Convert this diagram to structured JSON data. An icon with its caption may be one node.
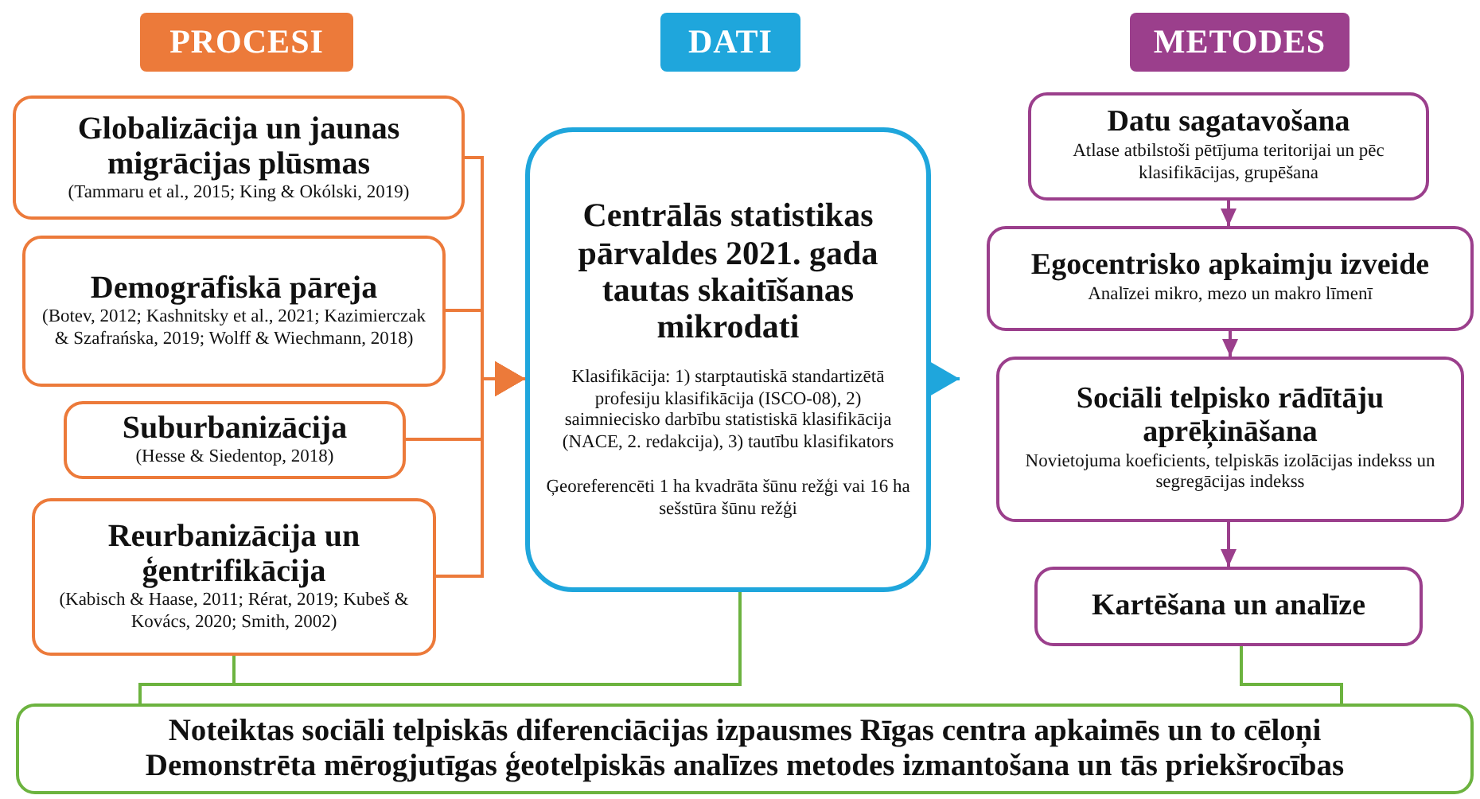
{
  "diagram": {
    "nodes": [
      {
        "text": [
          "PROCESI"
        ]
      },
      {
        "text": [
          "DATI"
        ]
      },
      {
        "text": [
          "METODES"
        ]
      },
      {
        "text": [
          "Globalizācija un jaunas migrācijas plūsmas",
          "(Tammaru et al., 2015; King & Okólski, 2019)"
        ]
      },
      {
        "text": [
          "Demogrāfiskā pāreja",
          "(Botev, 2012; Kashnitsky et al., 2021; Kazimierczak & Szafrańska, 2019; Wolff & Wiechmann, 2018)"
        ]
      },
      {
        "text": [
          "Suburbanizācija",
          "(Hesse & Siedentop, 2018)"
        ]
      },
      {
        "text": [
          "Reurbanizācija un ģentrifikācija",
          "(Kabisch & Haase, 2011; Rérat, 2019; Kubeš & Kovács, 2020; Smith, 2002)"
        ]
      },
      {
        "text": [
          "Centrālās statistikas pārvaldes 2021. gada tautas skaitīšanas mikrodati",
          "Klasifikācija: 1) starptautiskā standartizētā profesiju klasifikācija (ISCO-08), 2) saimniecisko darbību statistiskā klasifikācija (NACE, 2. redakcija), 3) tautību klasifikators",
          "Ģeoreferencēti 1 ha kvadrāta šūnu režģi vai 16 ha sešstūra šūnu režģi"
        ]
      },
      {
        "text": [
          "Datu sagatavošana",
          "Atlase atbilstoši pētījuma teritorijai un pēc klasifikācijas, grupēšana"
        ]
      },
      {
        "text": [
          "Egocentrisko apkaimju izveide",
          "Analīzei mikro, mezo un makro līmenī"
        ]
      },
      {
        "text": [
          "Sociāli telpisko rādītāju aprēķināšana",
          "Novietojuma koeficients, telpiskās izolācijas indekss un segregācijas indekss"
        ]
      },
      {
        "text": [
          "Kartēšana un analīze"
        ]
      },
      {
        "text": [
          "Noteiktas sociāli telpiskās diferenciācijas izpausmes Rīgas centra apkaimēs un to cēloņi",
          "Demonstrēta mērogjutīgas ģeotelpiskās analīzes metodes izmantošana un tās priekšrocības"
        ]
      }
    ],
    "edges": [
      {
        "from": 3,
        "to": 7,
        "arrow": "to",
        "color": "#ec7a3a"
      },
      {
        "from": 4,
        "to": 7,
        "arrow": "to",
        "color": "#ec7a3a"
      },
      {
        "from": 5,
        "to": 7,
        "arrow": "to",
        "color": "#ec7a3a"
      },
      {
        "from": 6,
        "to": 7,
        "arrow": "to",
        "color": "#ec7a3a"
      },
      {
        "from": 7,
        "to": null,
        "arrow": "to",
        "color": "#1fa6dc"
      },
      {
        "from": 8,
        "to": 9,
        "arrow": "to",
        "color": "#9b3f8c"
      },
      {
        "from": 9,
        "to": 10,
        "arrow": "to",
        "color": "#9b3f8c"
      },
      {
        "from": 10,
        "to": 11,
        "arrow": "to",
        "color": "#9b3f8c"
      },
      {
        "from": 6,
        "to": 12,
        "arrow": "none",
        "color": "#6cb33f"
      },
      {
        "from": 7,
        "to": 12,
        "arrow": "none",
        "color": "#6cb33f"
      },
      {
        "from": 11,
        "to": 12,
        "arrow": "none",
        "color": "#6cb33f"
      }
    ]
  }
}
